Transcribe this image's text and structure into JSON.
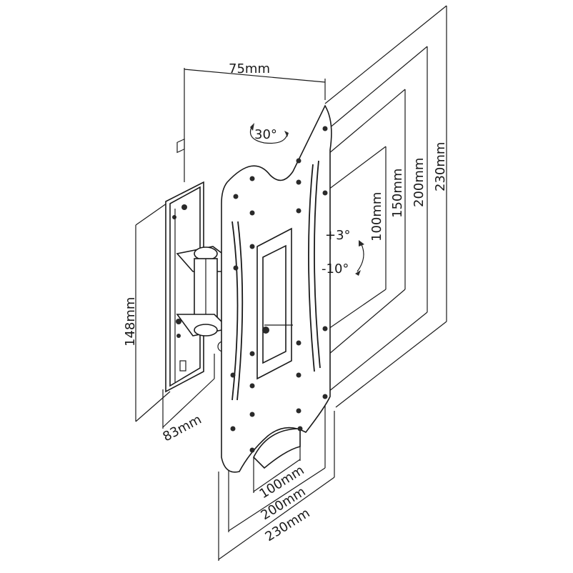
{
  "labels": {
    "top_width": "75mm",
    "rotation": "30°",
    "tilt_up": "+3°",
    "tilt_down": "-10°",
    "wall_plate_height": "148mm",
    "depth": "83mm",
    "vert_100": "100mm",
    "vert_150": "150mm",
    "vert_200": "200mm",
    "vert_230": "230mm",
    "horiz_100": "100mm",
    "horiz_200": "200mm",
    "horiz_230": "230mm"
  }
}
